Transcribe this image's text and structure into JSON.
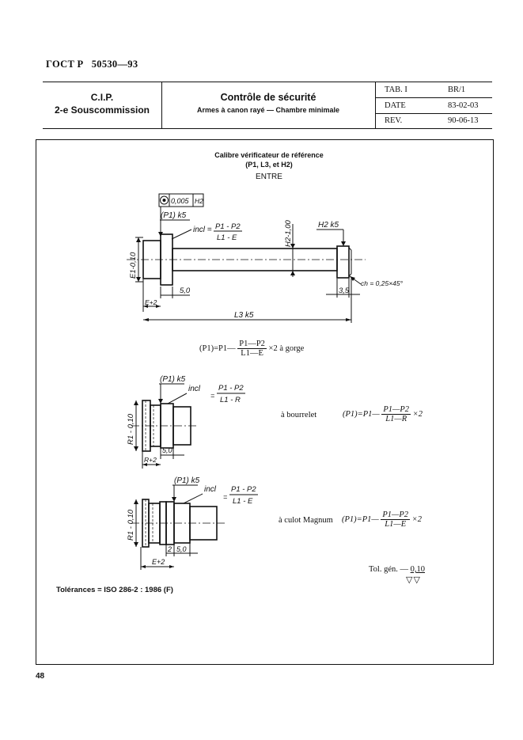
{
  "standard": {
    "designation": "ГОСТ Р",
    "number": "50530—93"
  },
  "header": {
    "org_line1": "C.I.P.",
    "org_line2": "2-e Souscommission",
    "title": "Contrôle de sécurité",
    "subtitle": "Armes à canon rayé — Chambre minimale",
    "tab_label": "TAB. I",
    "tab_value": "BR/1",
    "date_label": "DATE",
    "date_value": "83-02-03",
    "rev_label": "REV.",
    "rev_value": "90-06-13"
  },
  "section": {
    "title_line1": "Calibre vérificateur de référence",
    "title_line2": "(P1, L3, et H2)",
    "title_line3": "ENTRE"
  },
  "drawing1": {
    "tolerance_frame_value": "0,005",
    "tolerance_frame_datum": "H2",
    "p1_label": "(P1) k5",
    "incl_label": "incl =",
    "incl_num": "P1 - P2",
    "incl_den": "L1 - E",
    "h2_dim": "H2-1,00",
    "h2_k5": "H2 k5",
    "e1_dim": "E1-0,10",
    "dim_5": "5,0",
    "dim_e2": "E+2",
    "chamfer": "ch = 0,25×45°",
    "dim_35": "3,5",
    "l3_dim": "L3 k5"
  },
  "formula_gorge": {
    "lhs": "(P1)=P1—",
    "num": "P1—P2",
    "den": "L1—E",
    "tail": "×2 à gorge"
  },
  "drawing2": {
    "p1_label": "(P1) k5",
    "incl_label": "incl",
    "incl_num": "P1 - P2",
    "incl_den": "L1 - R",
    "r1_dim": "R1 - 0,10",
    "dim_5": "5,0",
    "dim_r2": "R+2"
  },
  "formula_bourrelet": {
    "label": "à bourrelet",
    "lhs": "(P1)=P1—",
    "num": "P1—P2",
    "den": "L1—R",
    "tail": "×2"
  },
  "drawing3": {
    "p1_label": "(P1) k5",
    "incl_label": "incl",
    "incl_num": "P1 - P2",
    "incl_den": "L1 - E",
    "r1_dim": "R1 - 0,10",
    "dim_2": "2",
    "dim_5": "5,0",
    "dim_e2": "E+2"
  },
  "formula_magnum": {
    "label": "à culot Magnum",
    "lhs": "(P1)=P1—",
    "num": "P1—P2",
    "den": "L1—E",
    "tail": "×2"
  },
  "tolerance_general": {
    "label": "Tol. gén. —",
    "value": "0,10",
    "symbol": "▽▽"
  },
  "tolerances_note": "Tolérances = ISO 286-2 : 1986 (F)",
  "page_number": "48"
}
